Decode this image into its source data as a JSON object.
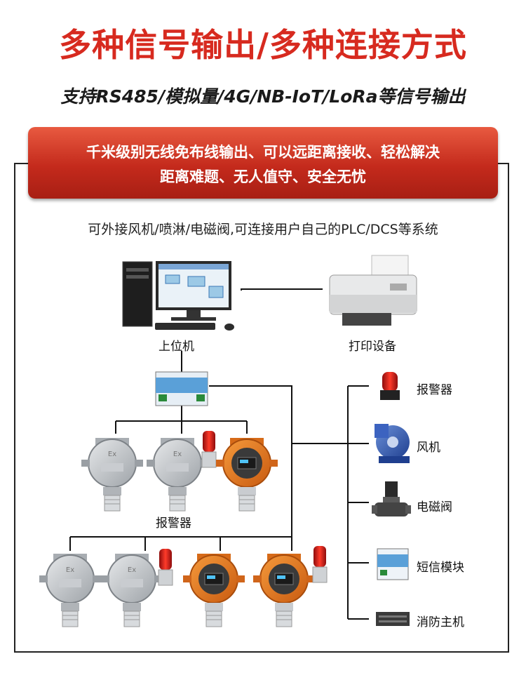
{
  "header": {
    "title": "多种信号输出/多种连接方式",
    "subtitle": "支持RS485/模拟量/4G/NB-IoT/LoRa等信号输出"
  },
  "banner": {
    "line1": "千米级别无线免布线输出、可以远距离接收、轻松解决",
    "line2": "距离难题、无人值守、安全无忧"
  },
  "description": "可外接风机/喷淋/电磁阀,可连接用户自己的PLC/DCS等系统",
  "devices": {
    "computer_label": "上位机",
    "printer_label": "打印设备",
    "detector_group_label": "报警器"
  },
  "outputs": [
    {
      "label": "报警器",
      "icon": "alarm-light-icon"
    },
    {
      "label": "风机",
      "icon": "fan-icon"
    },
    {
      "label": "电磁阀",
      "icon": "solenoid-valve-icon"
    },
    {
      "label": "短信模块",
      "icon": "sms-module-icon"
    },
    {
      "label": "消防主机",
      "icon": "fire-host-icon"
    }
  ],
  "colors": {
    "brand_red": "#d72a1f",
    "detector_orange": "#e8731e",
    "detector_silver": "#b8bcc0"
  }
}
